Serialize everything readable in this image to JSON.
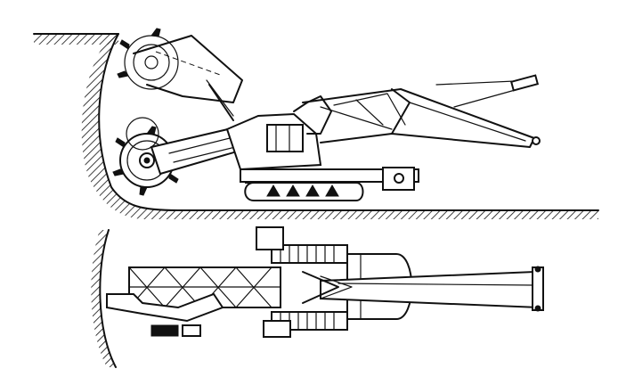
{
  "figure": {
    "kind": "technical line drawing",
    "views": [
      "side-elevation",
      "plan-view"
    ],
    "ink_color": "#111111",
    "background_color": "#ffffff"
  }
}
